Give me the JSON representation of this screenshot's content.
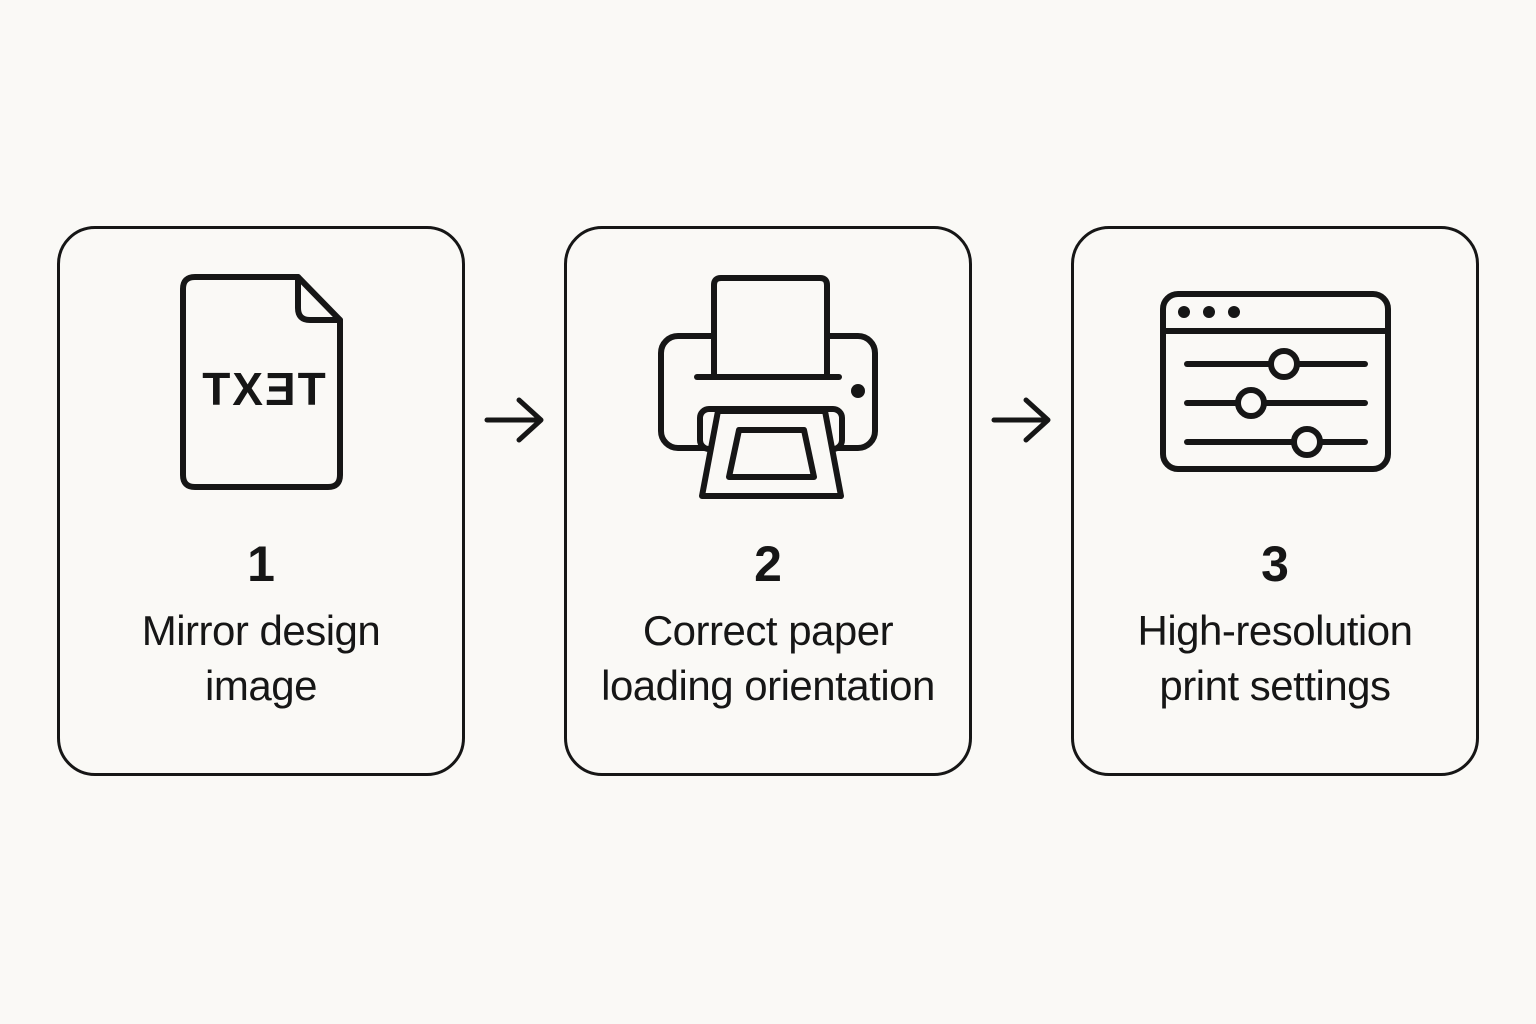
{
  "colors": {
    "background": "#faf9f6",
    "stroke": "#161616",
    "text": "#161616"
  },
  "flow": {
    "cards": [
      {
        "number": "1",
        "label_line1": "Mirror design",
        "label_line2": "image",
        "icon": "mirrored-text-document-icon",
        "icon_text": "TEXT"
      },
      {
        "number": "2",
        "label_line1": "Correct paper",
        "label_line2": "loading orientation",
        "icon": "printer-icon"
      },
      {
        "number": "3",
        "label_line1": "High-resolution",
        "label_line2": "print settings",
        "icon": "settings-sliders-icon"
      }
    ],
    "connectors": [
      {
        "icon": "arrow-right-icon"
      },
      {
        "icon": "arrow-right-icon"
      }
    ]
  }
}
